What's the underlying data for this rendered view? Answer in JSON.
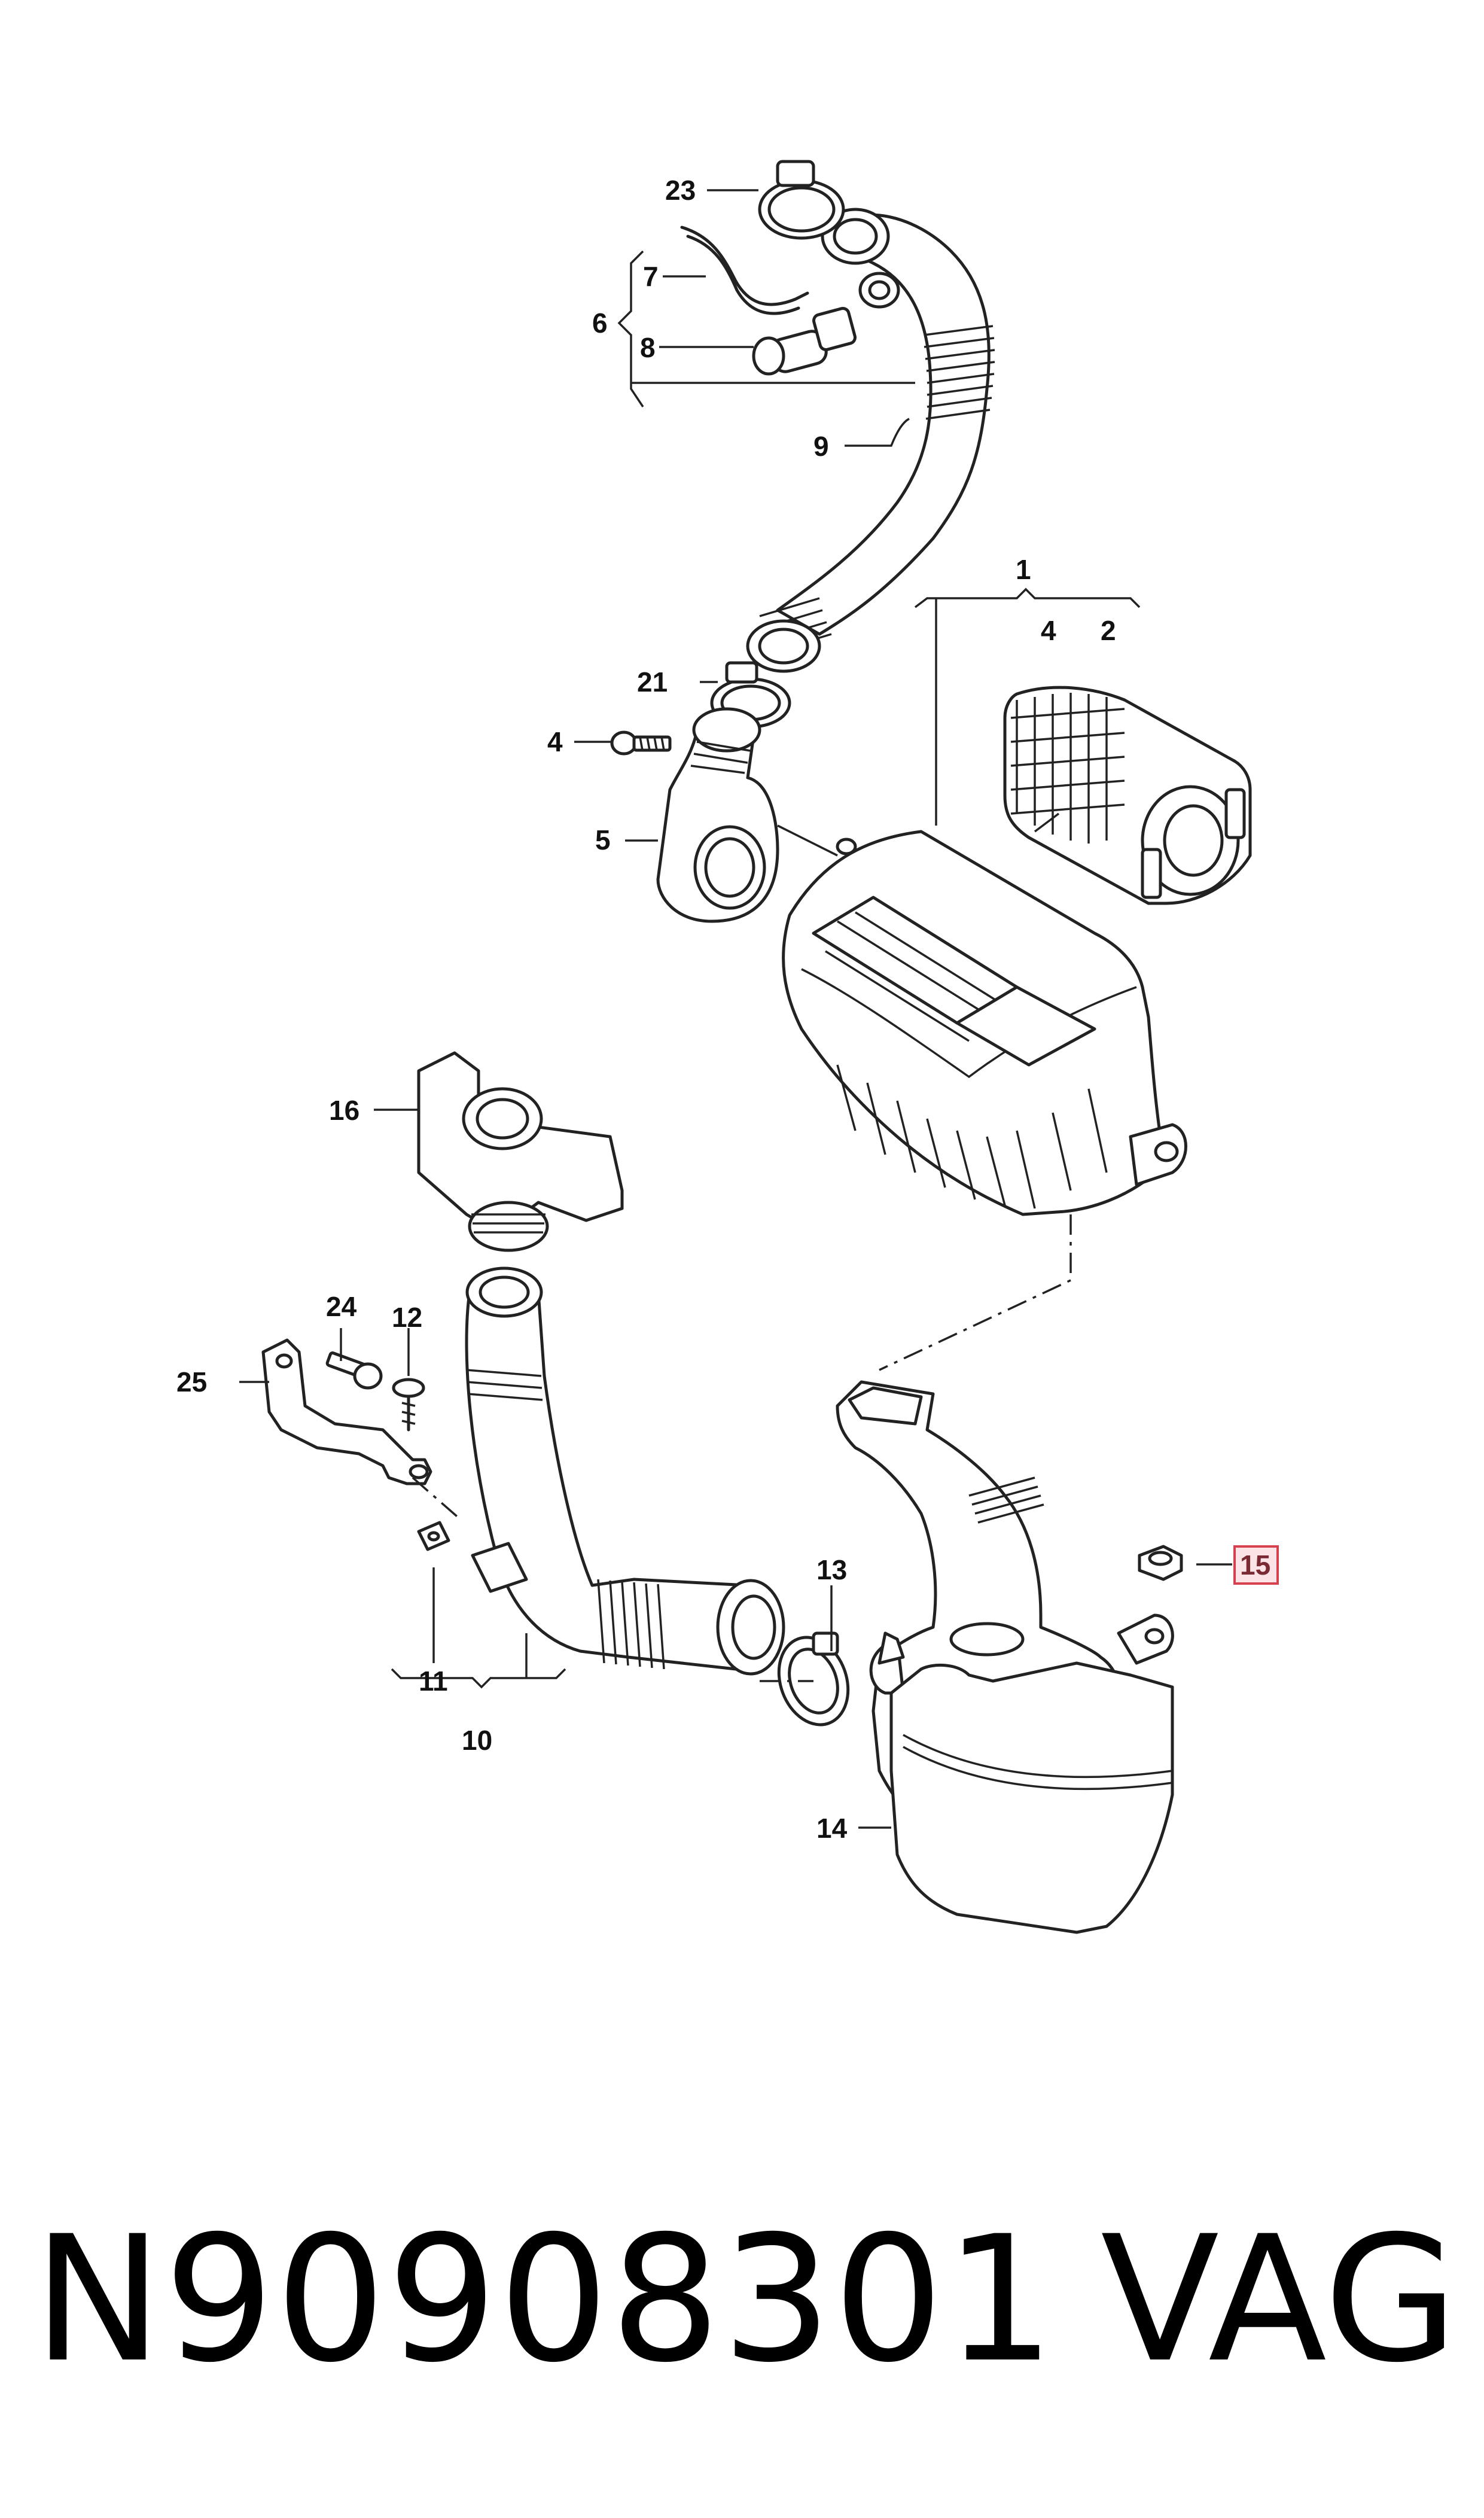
{
  "callouts": {
    "c1": "1",
    "c2": "2",
    "c4a": "4",
    "c4b": "4",
    "c5": "5",
    "c6": "6",
    "c7": "7",
    "c8": "8",
    "c9": "9",
    "c10": "10",
    "c11": "11",
    "c12": "12",
    "c13": "13",
    "c14": "14",
    "c15": "15",
    "c16": "16",
    "c21": "21",
    "c23": "23",
    "c24": "24",
    "c25": "25"
  },
  "highlight_color": "#d6404f",
  "footer": {
    "part_number": "N90908301",
    "brand": "VAG"
  }
}
